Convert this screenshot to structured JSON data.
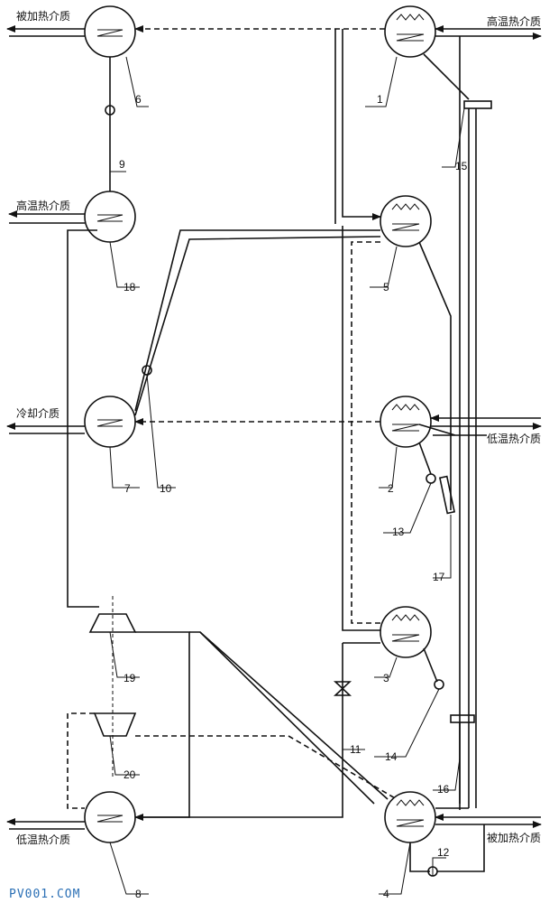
{
  "labels": {
    "heated_medium_top": "被加热介质",
    "high_temp_medium_right": "高温热介质",
    "high_temp_medium_left": "高温热介质",
    "cooling_medium": "冷却介质",
    "low_temp_medium_right": "低温热介质",
    "low_temp_medium_left": "低温热介质",
    "heated_medium_bottom": "被加热介质"
  },
  "numbers": {
    "n1": "1",
    "n2": "2",
    "n3": "3",
    "n4": "4",
    "n5": "5",
    "n6": "6",
    "n7": "7",
    "n8": "8",
    "n9": "9",
    "n10": "10",
    "n11": "11",
    "n12": "12",
    "n13": "13",
    "n14": "14",
    "n15": "15",
    "n16": "16",
    "n17": "17",
    "n18": "18",
    "n19": "19",
    "n20": "20"
  },
  "watermark": "PV001.COM"
}
